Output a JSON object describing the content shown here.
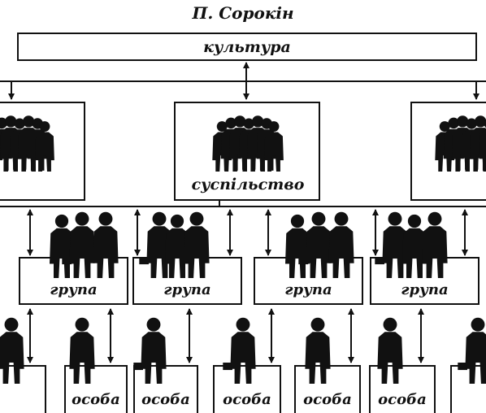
{
  "author": "П. Сорокін",
  "culture_label": "культура",
  "society_label": "суспільство",
  "group_label": "група",
  "person_label": "особа",
  "icons": {
    "crowd": "crowd-silhouette-icon",
    "group": "businesspeople-silhouette-icon",
    "person": "person-silhouette-icon"
  },
  "colors": {
    "ink": "#111111",
    "background": "#ffffff"
  }
}
